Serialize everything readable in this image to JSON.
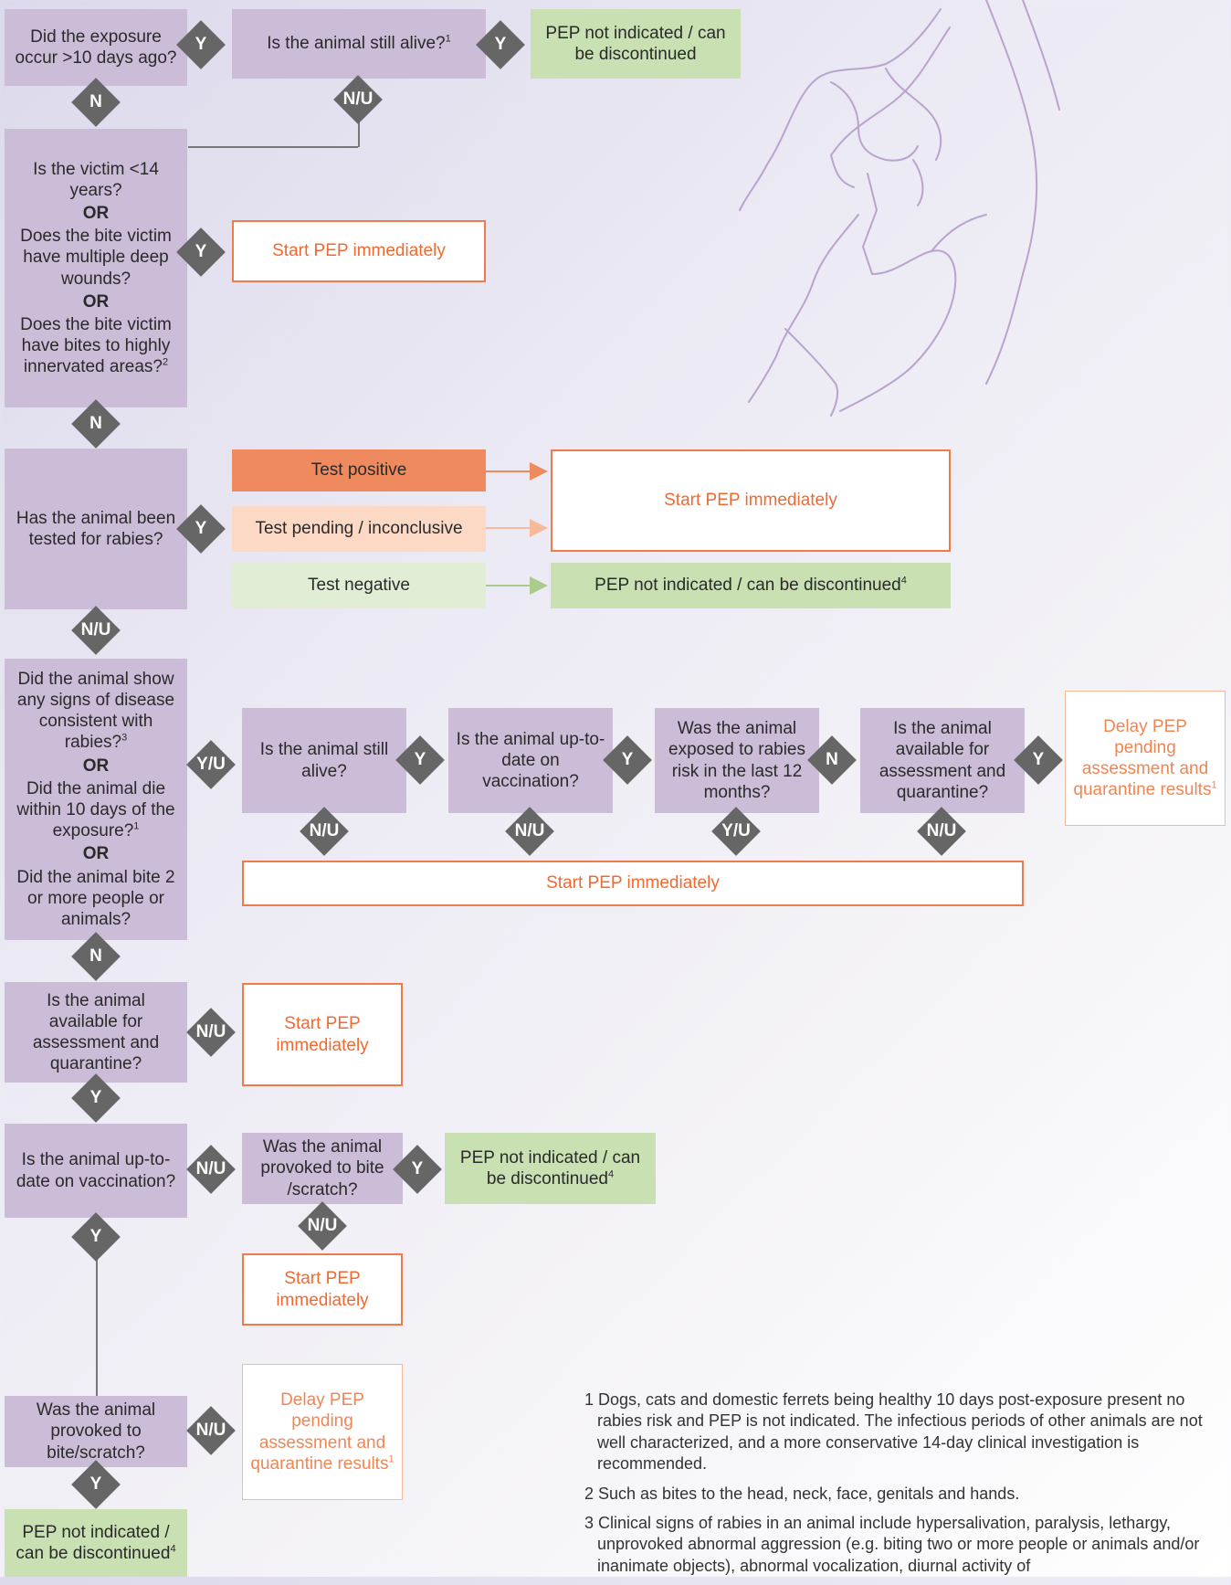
{
  "nodes": {
    "q_exposure": "Did the exposure occur >10 days ago?",
    "q_alive_top": "Is the animal still alive?",
    "q_alive_top_sup": "1",
    "pep_not_top": "PEP not indicated / can be discontinued",
    "q_victim_1": "Is the victim <14 years?",
    "or_1": "OR",
    "q_victim_2": "Does the bite victim have multiple deep wounds?",
    "or_2": "OR",
    "q_victim_3": "Does the bite victim have bites to highly innervated areas?",
    "q_victim_3_sup": "2",
    "start_pep_1": "Start PEP immediately",
    "q_tested": "Has the animal been tested for rabies?",
    "test_positive": "Test positive",
    "test_pending": "Test pending / inconclusive",
    "test_negative": "Test negative",
    "start_pep_2": "Start PEP immediately",
    "pep_not_neg": "PEP not indicated / can be discontinued",
    "pep_not_neg_sup": "4",
    "q_signs_1": "Did the animal show any signs of disease consistent with rabies?",
    "q_signs_1_sup": "3",
    "or_3": "OR",
    "q_signs_2": "Did the animal die within 10 days of the exposure?",
    "q_signs_2_sup": "1",
    "or_4": "OR",
    "q_signs_3": "Did the animal bite 2 or more people or animals?",
    "q_alive_mid": "Is the animal still alive?",
    "q_vacc_mid": "Is the animal up-to-date on vaccination?",
    "q_exposed_mid": "Was the animal exposed to rabies risk in the last 12 months?",
    "q_avail_mid": "Is the animal available for assessment and quarantine?",
    "delay_pep_mid": "Delay PEP pending assessment and quarantine results",
    "delay_pep_mid_sup": "1",
    "start_pep_3": "Start PEP immediately",
    "q_avail_low": "Is the animal available for assessment and quarantine?",
    "start_pep_4": "Start PEP immediately",
    "q_vacc_low": "Is the animal up-to-date on vaccination?",
    "q_provoked_mid": "Was the animal provoked to bite /scratch?",
    "pep_not_provoked": "PEP not indicated / can be discontinued",
    "pep_not_provoked_sup": "4",
    "start_pep_5": "Start PEP immediately",
    "q_provoked_low": "Was the animal provoked to bite/scratch?",
    "delay_pep_low": "Delay PEP pending assessment and quarantine results",
    "delay_pep_low_sup": "1",
    "pep_not_bottom": "PEP not indicated / can be discontinued",
    "pep_not_bottom_sup": "4"
  },
  "labels": {
    "y": "Y",
    "n": "N",
    "nu": "N/U",
    "yu": "Y/U"
  },
  "footnotes": [
    "1 Dogs, cats and domestic ferrets being healthy 10 days post-exposure present no rabies risk and PEP is not indicated. The infectious periods of other animals are not well characterized, and a more conservative 14-day clinical investigation is recommended.",
    "2 Such as bites to the head, neck, face, genitals and hands.",
    "3 Clinical signs of rabies in an animal include hypersalivation, paralysis, lethargy, unprovoked abnormal aggression (e.g. biting two or more people or animals and/or inanimate objects), abnormal vocalization, diurnal activity of"
  ],
  "colors": {
    "question": "#cbbcd7",
    "pep_not": "#c9e0b2",
    "start_pep": "#ef6a32",
    "test_positive": "#ee8a5d",
    "test_pending": "#fbd9c5",
    "test_negative": "#e2edd5",
    "connector": "#666666"
  }
}
